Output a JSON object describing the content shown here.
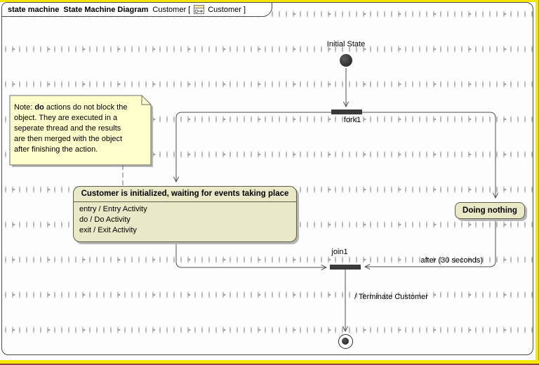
{
  "tab": {
    "keyword": "state machine",
    "diagram_type": "State Machine Diagram",
    "context_open": "Customer [",
    "context_close": "Customer ]",
    "icon": "state-machine-diagram-icon"
  },
  "note": {
    "prefix": "Note: ",
    "bold_word": "do",
    "after_bold": " actions do not block the",
    "lines": [
      "object. They are executed in a",
      "seperate thread and the results",
      "are then merged with the object",
      "after finishing the action."
    ]
  },
  "main_state": {
    "title": "Customer is initialized, waiting for events taking place",
    "entries": [
      "entry / Entry Activity",
      "do / Do Activity",
      "exit / Exit Activity"
    ]
  },
  "idle_state": {
    "title": "Doing nothing"
  },
  "pseudostates": {
    "initial_label": "Initial State",
    "fork_label": "fork1",
    "join_label": "join1"
  },
  "transition_labels": {
    "after": "after (30 seconds)",
    "terminate": "/ Terminate Customer"
  },
  "colors": {
    "state_fill": "#e9e9c8",
    "state_border": "#5d5d48",
    "note_fill": "#ffffcc",
    "canvas_edge_yellow": "#f5e500",
    "bar_fill": "#3a3a3a",
    "transition_line": "#4f4f4f",
    "grid_dot": "#b6b6b6"
  }
}
